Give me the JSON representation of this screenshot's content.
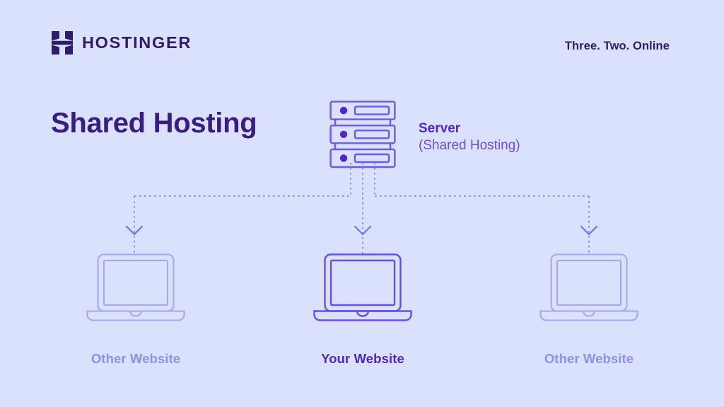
{
  "header": {
    "brand_name": "HOSTINGER",
    "brand_mark_icon": "hostinger-h-logo-icon",
    "tagline": "Three. Two. Online"
  },
  "title": "Shared Hosting",
  "diagram": {
    "server": {
      "icon": "server-rack-icon",
      "label_line1": "Server",
      "label_line2": "(Shared Hosting)",
      "units": 3
    },
    "connector": {
      "style": "dotted",
      "arrow_icon": "chevron-down-arrow-icon",
      "branches": 3
    },
    "nodes": [
      {
        "id": "left",
        "icon": "laptop-icon",
        "label": "Other Website",
        "highlighted": false
      },
      {
        "id": "center",
        "icon": "laptop-icon",
        "label": "Your Website",
        "highlighted": true
      },
      {
        "id": "right",
        "icon": "laptop-icon",
        "label": "Other Website",
        "highlighted": false
      }
    ]
  },
  "colors": {
    "background": "#d9e1fd",
    "brand_dark": "#2f1c6a",
    "title": "#3b1d82",
    "accent_purple": "#5025d1",
    "muted_purple": "#8e90f2",
    "line_purple": "#7a7cf0"
  }
}
